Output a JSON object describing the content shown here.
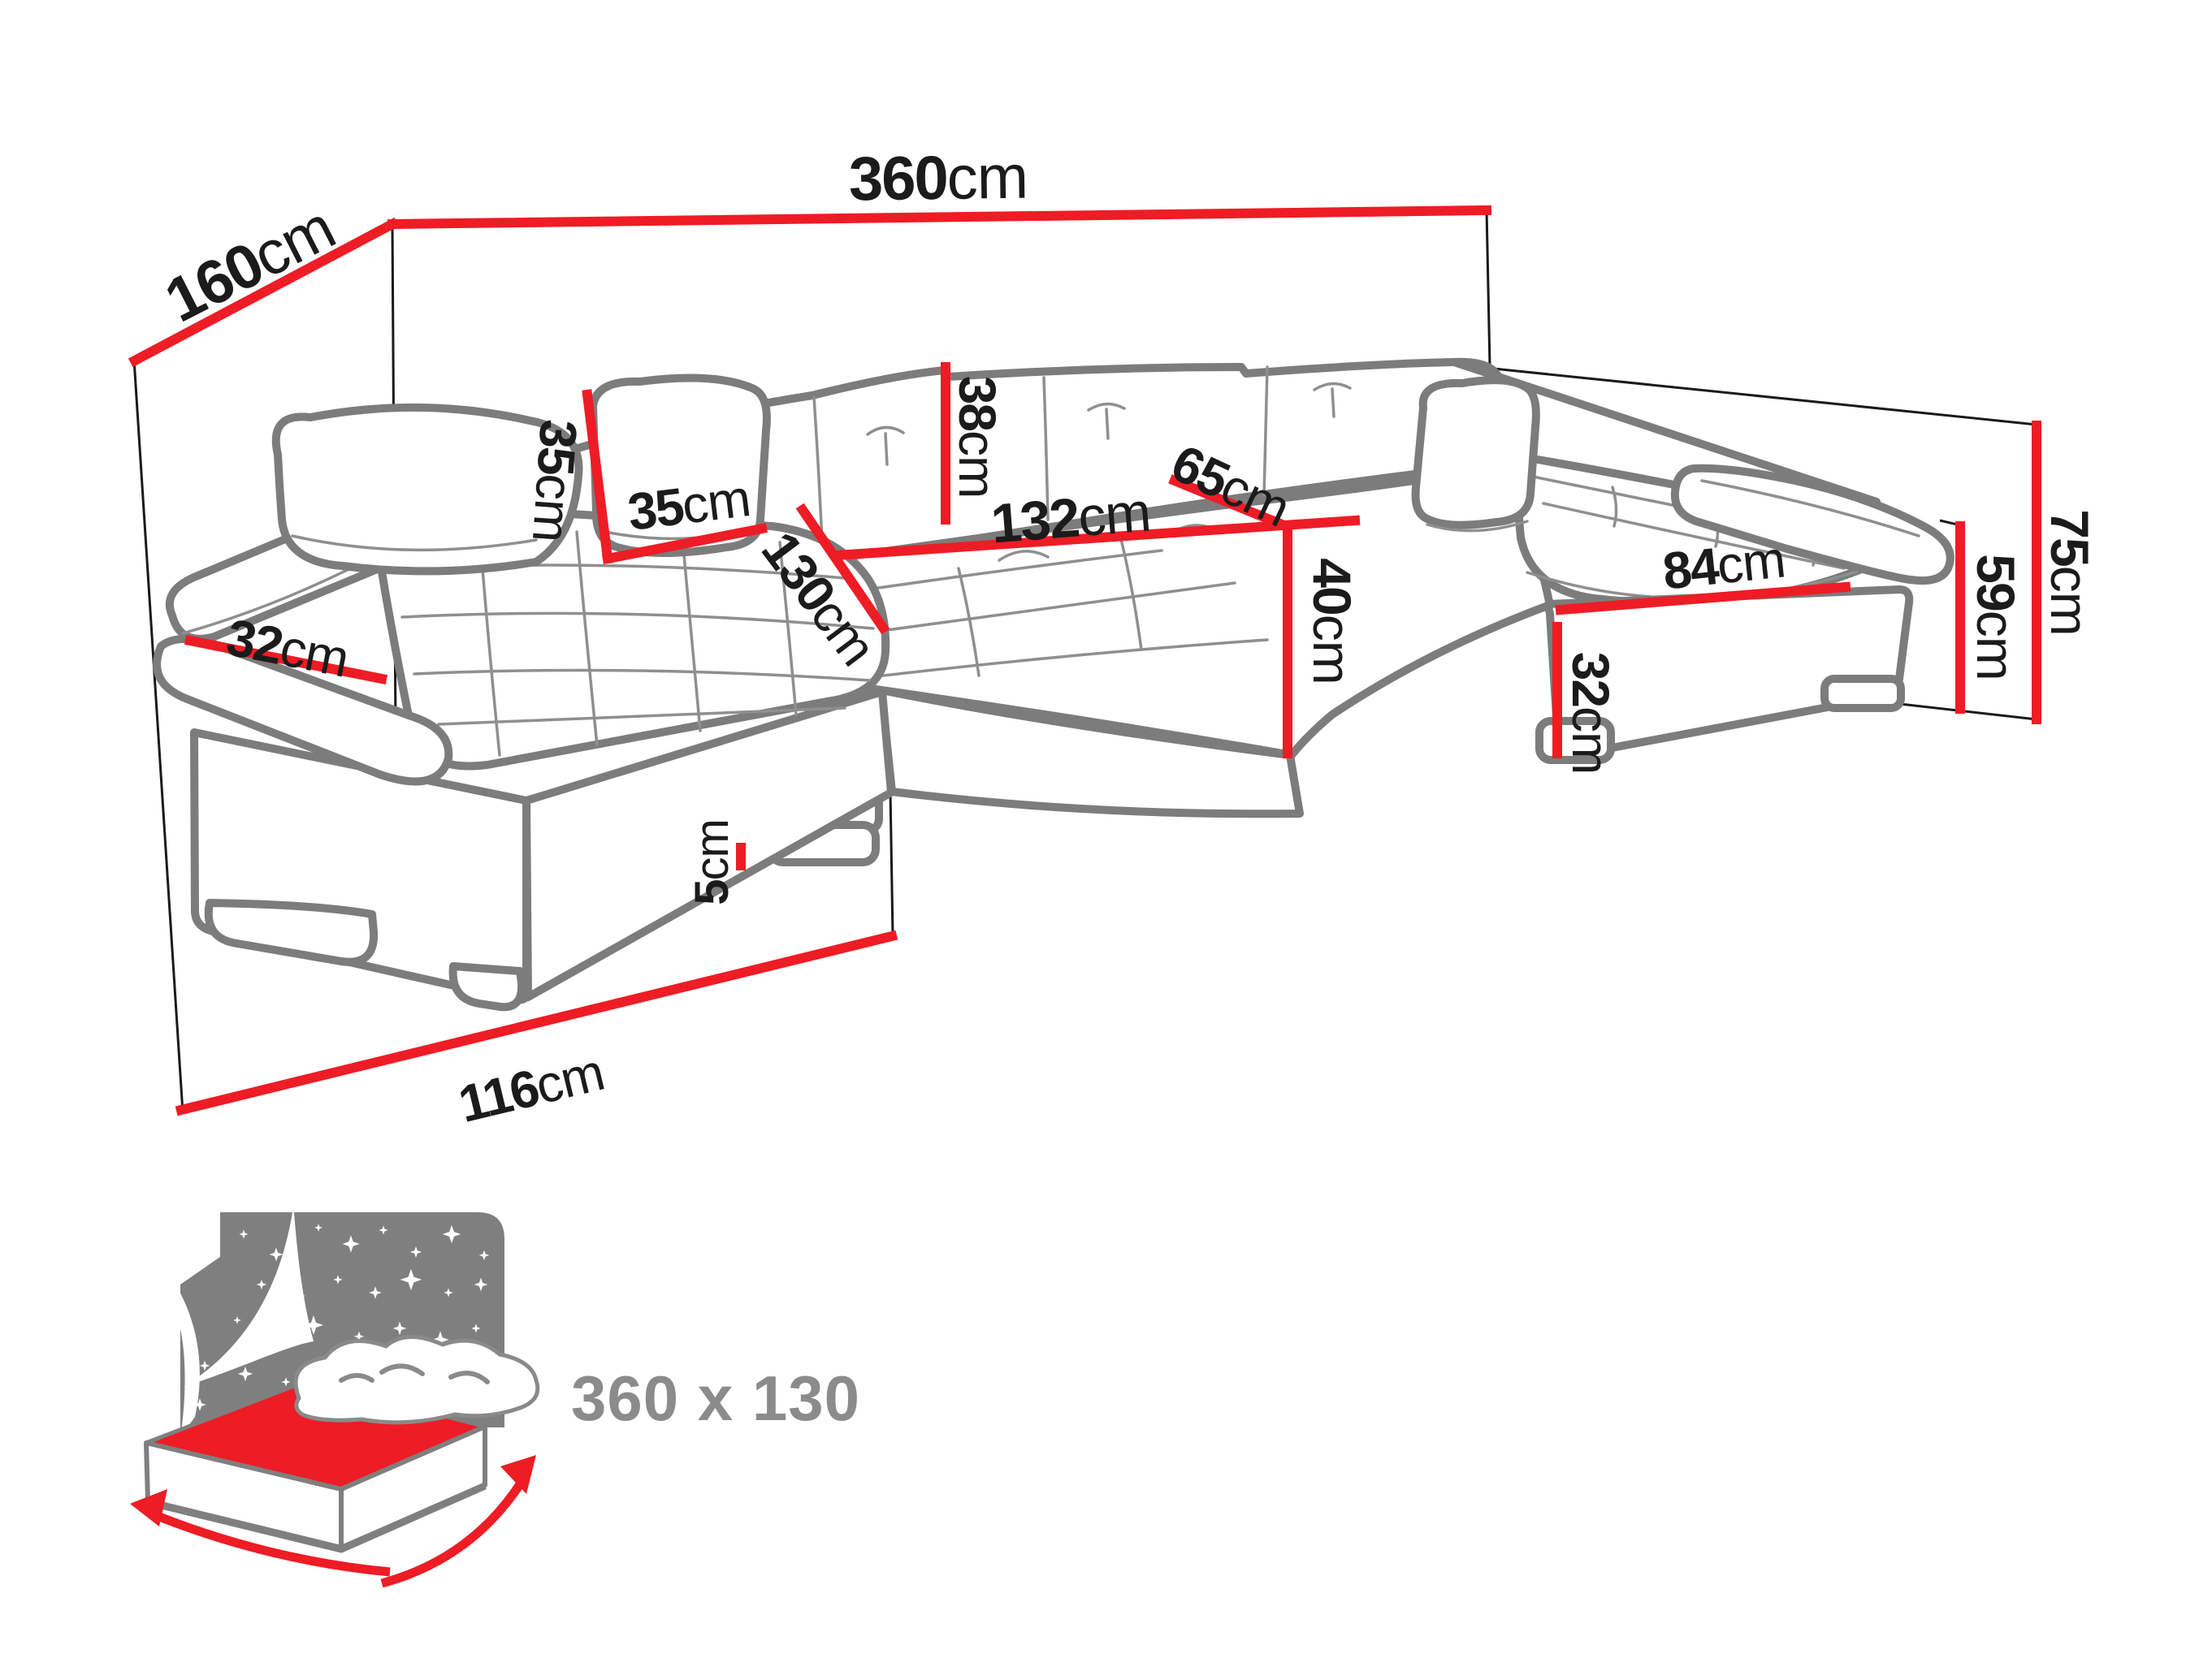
{
  "diagram": {
    "type": "sofa-dimension-diagram",
    "background_color": "#ffffff",
    "accent_color": "#ee1c25",
    "outline_color": "#7c7c7c",
    "text_color": "#1b1b1b",
    "dims": {
      "total_width": {
        "value": "360",
        "unit": "cm"
      },
      "total_depth_left": {
        "value": "160",
        "unit": "cm"
      },
      "pillow_height": {
        "value": "35",
        "unit": "cm"
      },
      "pillow_width": {
        "value": "35",
        "unit": "cm"
      },
      "backrest_cushion_height": {
        "value": "38",
        "unit": "cm"
      },
      "center_seat_length": {
        "value": "132",
        "unit": "cm"
      },
      "seat_depth": {
        "value": "65",
        "unit": "cm"
      },
      "left_chaise_width": {
        "value": "130",
        "unit": "cm"
      },
      "right_seat_length": {
        "value": "84",
        "unit": "cm"
      },
      "seat_height": {
        "value": "40",
        "unit": "cm"
      },
      "right_base_height": {
        "value": "32",
        "unit": "cm"
      },
      "total_height": {
        "value": "75",
        "unit": "cm"
      },
      "armrest_height": {
        "value": "59",
        "unit": "cm"
      },
      "armrest_width": {
        "value": "32",
        "unit": "cm"
      },
      "leg_height": {
        "value": "5",
        "unit": "cm"
      },
      "left_chaise_length": {
        "value": "116",
        "unit": "cm"
      }
    },
    "sleeping_function": {
      "icon": "bed-with-starry-night-icon",
      "size_label": "360 x 130"
    }
  }
}
